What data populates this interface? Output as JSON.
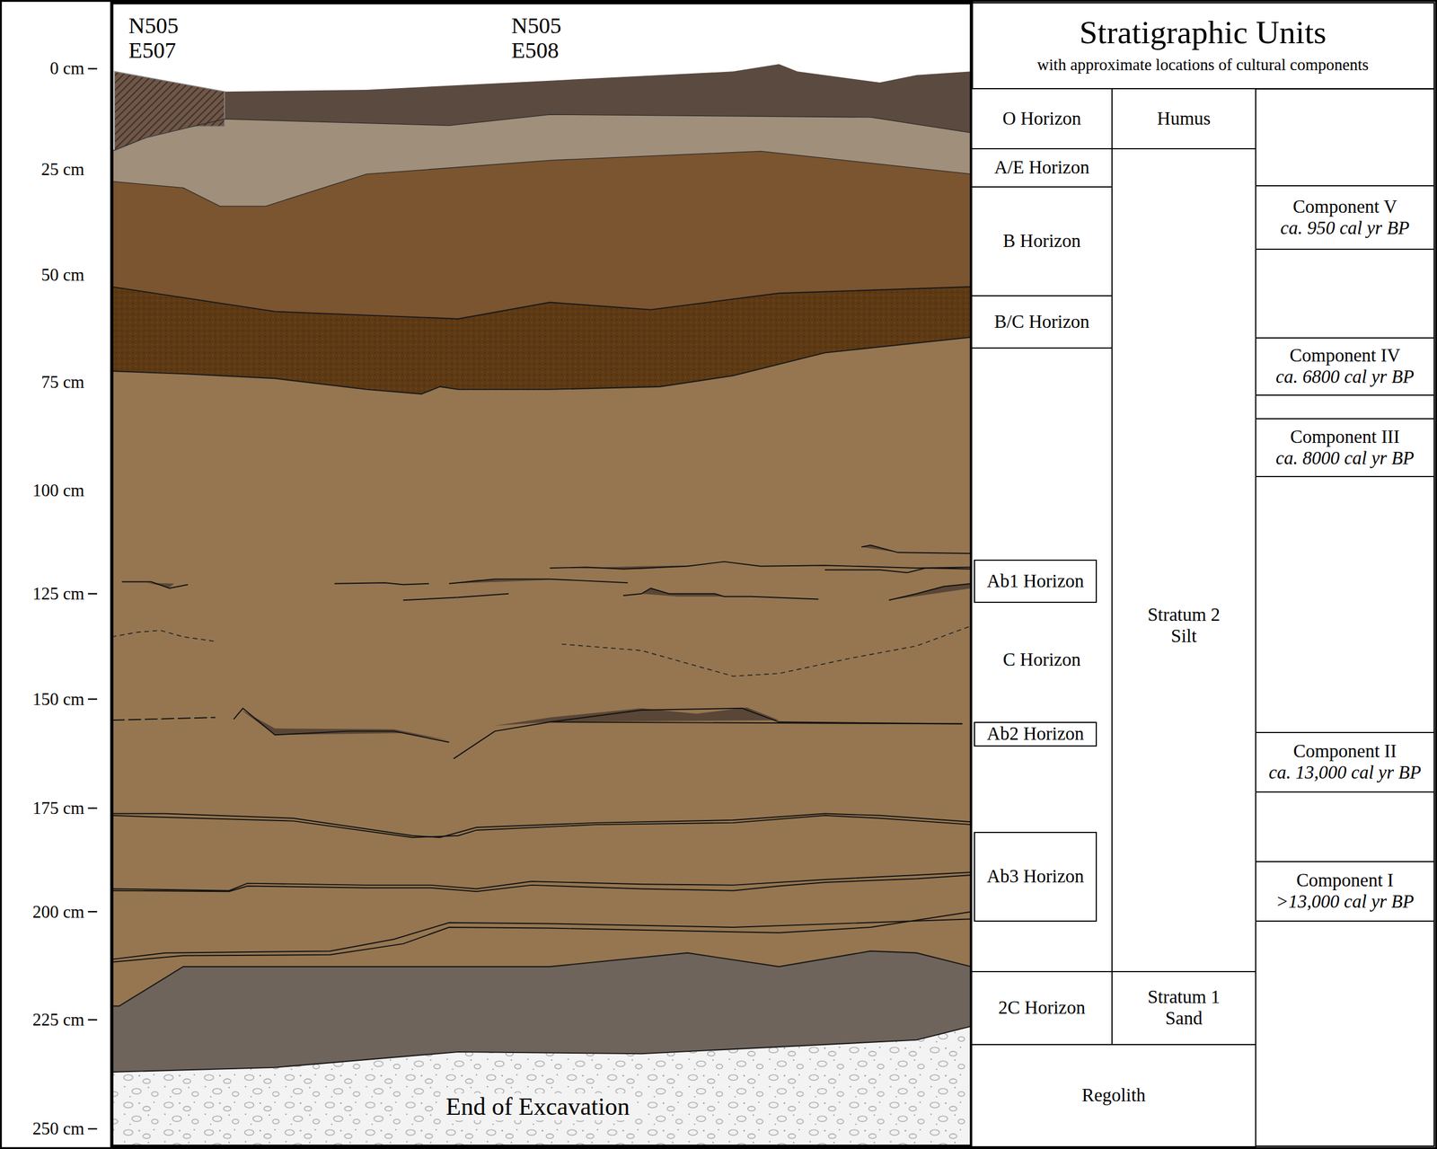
{
  "diagram": {
    "title": "Stratigraphic Units",
    "nodes": [
      {
        "text": [
          "O Horizon"
        ]
      },
      {
        "text": [
          "A/E Horizon"
        ]
      },
      {
        "text": [
          "B Horizon"
        ]
      },
      {
        "text": [
          "B/C Horizon"
        ]
      },
      {
        "text": [
          "C Horizon"
        ]
      },
      {
        "text": [
          "Ab1 Horizon"
        ],
        "in": 4
      },
      {
        "text": [
          "Ab2 Horizon"
        ],
        "in": 4
      },
      {
        "text": [
          "Ab3 Horizon"
        ],
        "in": 4
      },
      {
        "text": [
          "2C Horizon"
        ]
      },
      {
        "text": [
          "Humus"
        ]
      },
      {
        "text": [
          "Stratum 2",
          "Silt"
        ]
      },
      {
        "text": [
          "Stratum 1",
          "Sand"
        ]
      },
      {
        "text": [
          "Regolith"
        ]
      },
      {
        "text": [
          "Component V",
          "ca. 950 cal yr BP"
        ]
      },
      {
        "text": [
          "Component IV",
          "ca. 6800 cal yr BP"
        ]
      },
      {
        "text": [
          "Component III",
          "ca. 8000 cal yr BP"
        ]
      },
      {
        "text": [
          "Component II",
          "ca. 13,000 cal yr BP"
        ]
      },
      {
        "text": [
          "Component I",
          ">13,000 cal yr BP"
        ]
      }
    ],
    "labels": [
      "N505 E507",
      "N505 E508",
      "with approximate locations of cultural components",
      "0 cm",
      "25 cm",
      "50 cm",
      "75 cm",
      "100 cm",
      "125 cm",
      "150 cm",
      "175 cm",
      "200 cm",
      "225 cm",
      "250 cm",
      "End of Excavation"
    ]
  }
}
